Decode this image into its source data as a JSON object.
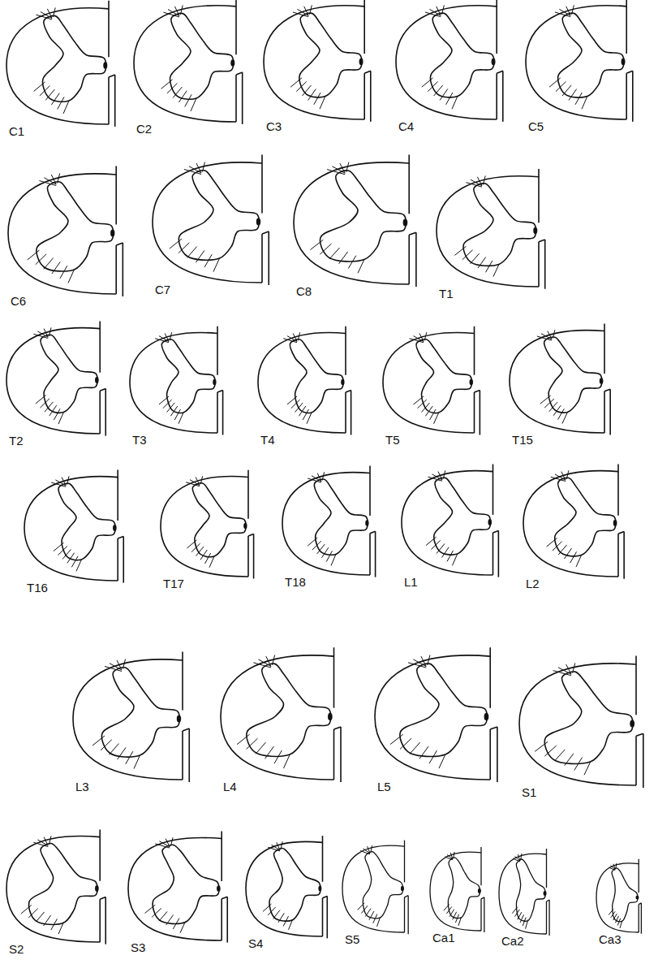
{
  "diagram": {
    "labels": [
      "C1",
      "C2",
      "C3",
      "C4",
      "C5",
      "C6",
      "C7",
      "C8",
      "T1",
      "T2",
      "T3",
      "T4",
      "T5",
      "T15",
      "T16",
      "T17",
      "T18",
      "L1",
      "L2",
      "L3",
      "L4",
      "L5",
      "S1",
      "S2",
      "S3",
      "S4",
      "S5",
      "Ca1",
      "Ca2",
      "Ca3"
    ]
  }
}
